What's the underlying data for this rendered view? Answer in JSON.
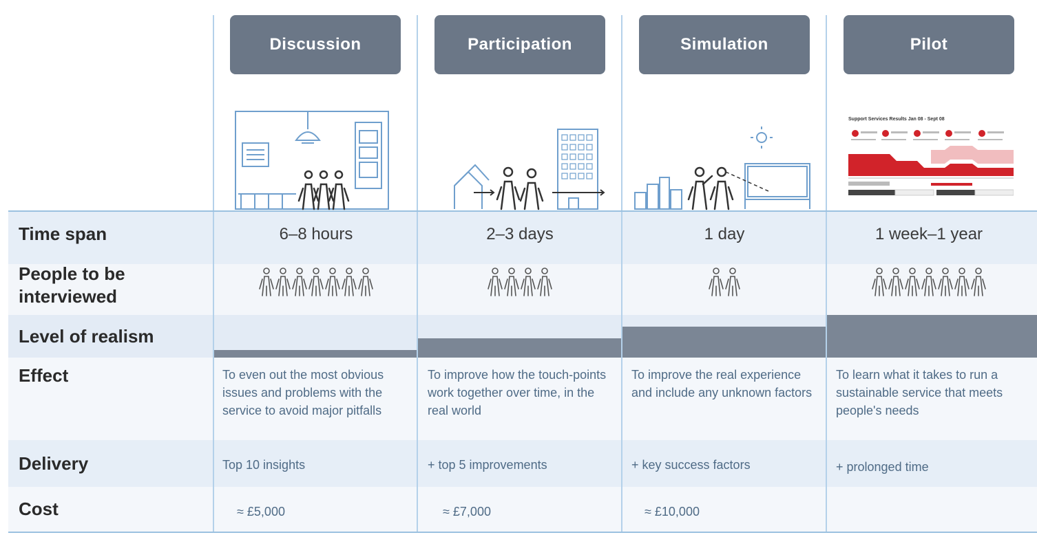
{
  "columns": [
    {
      "title": "Discussion"
    },
    {
      "title": "Participation"
    },
    {
      "title": "Simulation"
    },
    {
      "title": "Pilot"
    }
  ],
  "rows": {
    "time_span": {
      "label": "Time span",
      "values": [
        "6–8 hours",
        "2–3 days",
        "1 day",
        "1 week–1 year"
      ]
    },
    "people": {
      "label": "People to be interviewed",
      "counts": [
        7,
        4,
        2,
        7
      ]
    },
    "realism": {
      "label": "Level of realism",
      "levels": [
        0.17,
        0.45,
        0.72,
        1.0
      ]
    },
    "effect": {
      "label": "Effect",
      "values": [
        "To even out the most obvious issues and problems with the service to avoid major pitfalls",
        "To improve how the touch-points work together over time, in the real world",
        "To improve the real experience and include any unknown factors",
        "To learn what it takes to run a sustainable service that meets people's needs"
      ]
    },
    "delivery": {
      "label": "Delivery",
      "values": [
        "Top 10 insights",
        "+ top 5 improvements",
        "+ key success factors",
        "+ prolonged time"
      ]
    },
    "cost": {
      "label": "Cost",
      "values": [
        "≈ £5,000",
        "≈ £7,000",
        "≈ £10,000",
        ""
      ]
    }
  },
  "pilot_report": {
    "title": "Support Services Results Jan 08 - Sept 08"
  },
  "colors": {
    "header_bg": "#6b7787",
    "line": "#8fb4d8",
    "report_red": "#d1232a",
    "realism_bar": "#7b8695"
  }
}
